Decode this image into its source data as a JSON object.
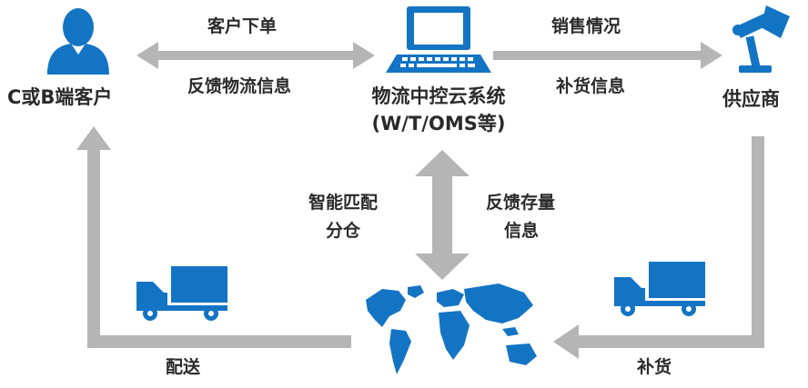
{
  "nodes": {
    "customer": {
      "label": "C或B端客户",
      "icon": "person-icon"
    },
    "system": {
      "line1": "物流中控云系统",
      "line2": "(W/T/OMS等)",
      "icon": "laptop-icon"
    },
    "supplier": {
      "label": "供应商",
      "icon": "desk-lamp-icon"
    },
    "world": {
      "icon": "world-map-icon"
    }
  },
  "edges": {
    "customer_system_top": "客户下单",
    "customer_system_bottom": "反馈物流信息",
    "system_supplier_top": "销售情况",
    "system_supplier_bottom": "补货信息",
    "system_world_left_1": "智能匹配",
    "system_world_left_2": "分仓",
    "system_world_right_1": "反馈存量",
    "system_world_right_2": "信息",
    "world_customer": "配送",
    "supplier_world": "补货"
  },
  "colors": {
    "icon_blue": "#1474c4",
    "arrow_gray": "#b5b5b5",
    "text": "#2a2a2a"
  }
}
